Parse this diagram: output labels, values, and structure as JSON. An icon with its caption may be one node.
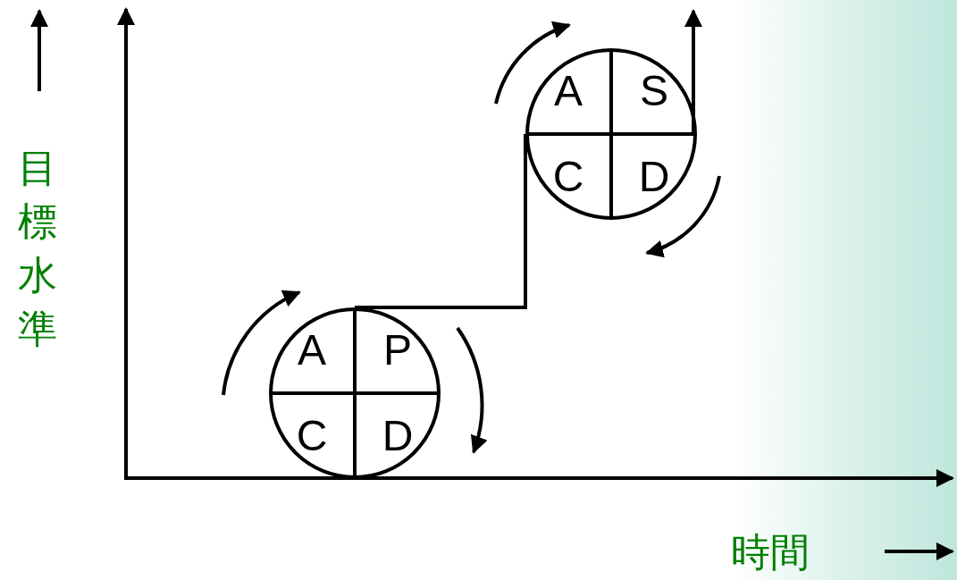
{
  "diagram": {
    "nodes": [
      {
        "text": [
          "A",
          "P",
          "C",
          "D"
        ]
      },
      {
        "text": [
          "A",
          "S",
          "C",
          "D"
        ]
      }
    ],
    "edges": [
      {
        "from": 0,
        "to": 1,
        "arrow": "none"
      },
      {
        "from": 1,
        "to": null,
        "arrow": "to"
      }
    ],
    "labels": [
      "目標水準",
      "時間"
    ]
  }
}
